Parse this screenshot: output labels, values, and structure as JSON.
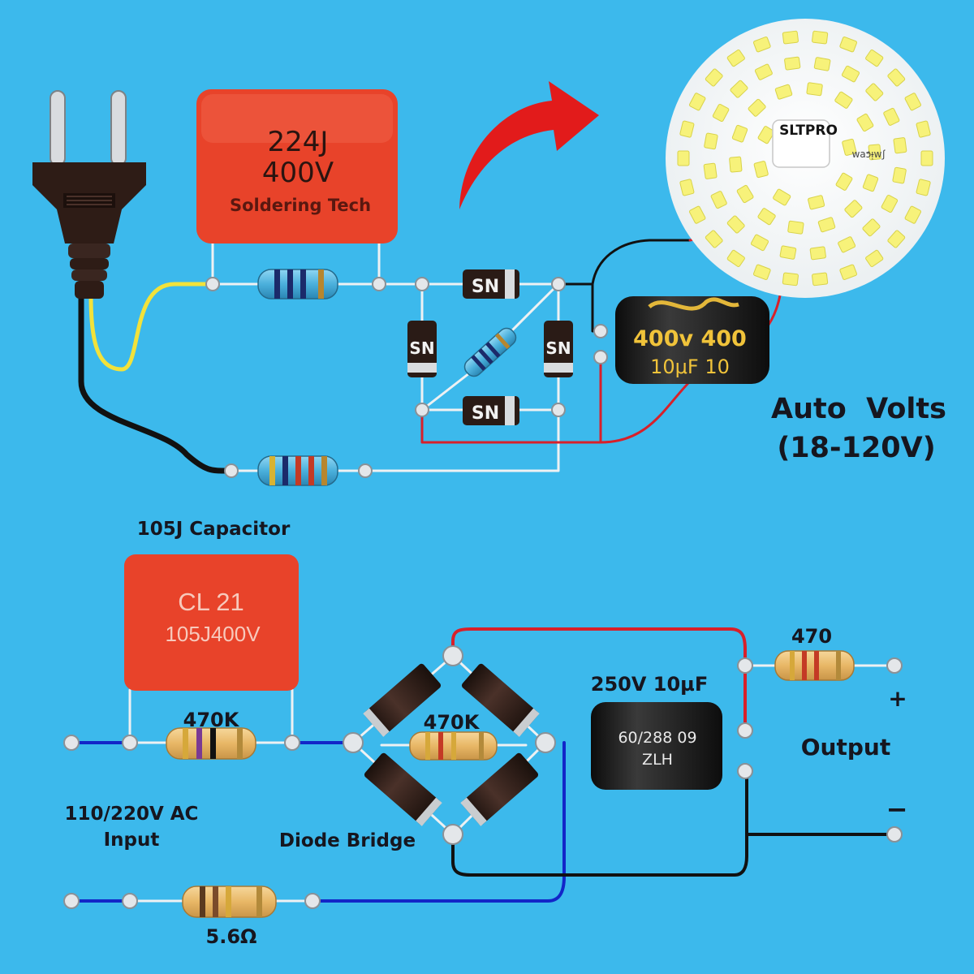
{
  "colors": {
    "background": "#3cb9ec",
    "wire_white": "#eef1f3",
    "wire_black": "#111111",
    "wire_red": "#d8202a",
    "wire_blue": "#1226c8",
    "wire_yellow": "#f2e23a",
    "capacitor_red": "#e8432a",
    "diode_body": "#2a1b16",
    "led_yellow": "#f7f27a"
  },
  "top_circuit": {
    "film_cap": {
      "line1": "224J",
      "line2": "400V",
      "line3": "Soldering Tech"
    },
    "diode_label": "SN",
    "electrolytic": {
      "line1": "400ᴠ 400",
      "line2": "10μF  10"
    },
    "led_board_brand": "SLTPRO",
    "led_board_mark": "ʃʍɨɕɐʍ",
    "auto_volts": {
      "line1": "Auto  Volts",
      "line2": "(18-120V)"
    }
  },
  "bottom_circuit": {
    "cap_title": "105J Capacitor",
    "cap_body": {
      "line1": "CL 21",
      "line2": "105J400V"
    },
    "resistor_470k_a": "470K",
    "resistor_470k_b": "470K",
    "resistor_470": "470",
    "resistor_56": "5.6Ω",
    "input_label": {
      "line1": "110/220V AC",
      "line2": "Input"
    },
    "bridge_label": "Diode Bridge",
    "elcap_title": "250V 10µF",
    "elcap_body": {
      "line1": "60/288 09",
      "line2": "ZLH"
    },
    "output_label": "Output",
    "plus": "+",
    "minus": "−"
  }
}
